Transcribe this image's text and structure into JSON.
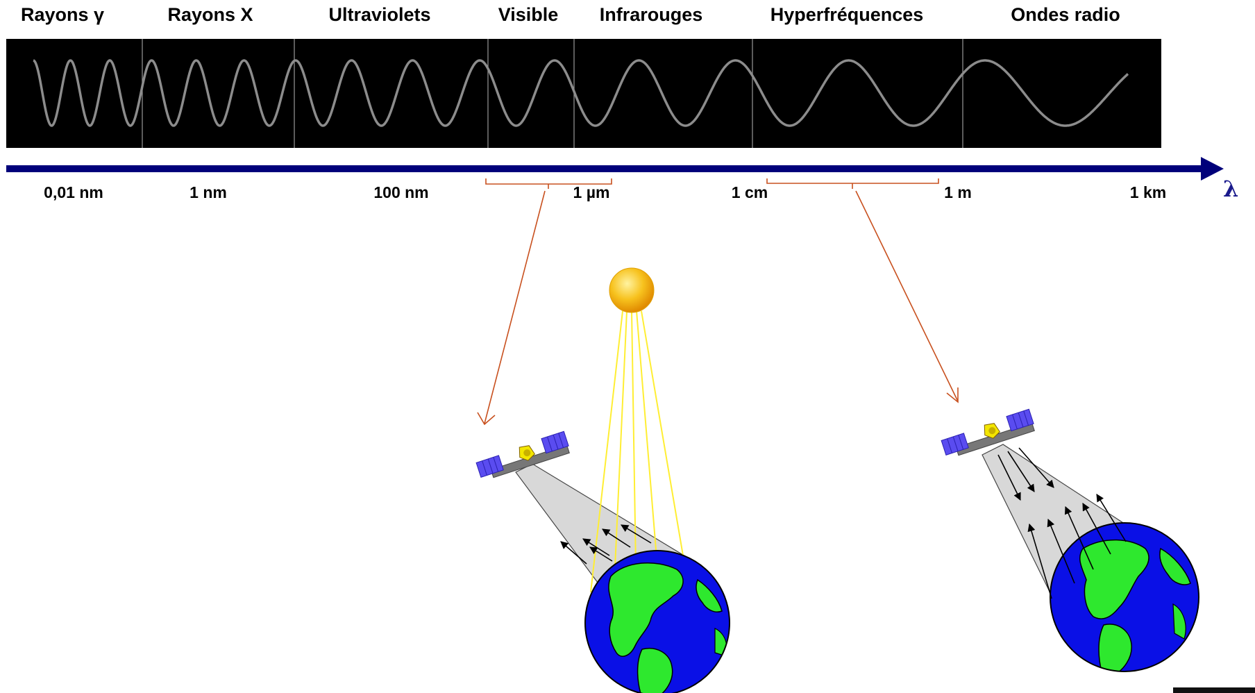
{
  "spectrum": {
    "bands": [
      {
        "label": "Rayons γ"
      },
      {
        "label": "Rayons X"
      },
      {
        "label": "Ultraviolets"
      },
      {
        "label": "Visible"
      },
      {
        "label": "Infrarouges"
      },
      {
        "label": "Hyperfréquences"
      },
      {
        "label": "Ondes radio"
      }
    ],
    "wavelength_ticks": [
      {
        "label": "0,01 nm"
      },
      {
        "label": "1 nm"
      },
      {
        "label": "100 nm"
      },
      {
        "label": "1 µm"
      },
      {
        "label": "1 cm"
      },
      {
        "label": "1 m"
      },
      {
        "label": "1 km"
      }
    ],
    "axis_symbol": "λ"
  },
  "colors": {
    "strip_background": "#000000",
    "wave": "#8c8c8c",
    "axis": "#00007a",
    "bracket": "#c8501e",
    "sun": "#f5a800",
    "sun_rays": "#ffee33",
    "ocean": "#0a10e6",
    "land": "#2ee82e",
    "beam": "#d8d8d8",
    "satellite_panels": "#5a4cf0"
  },
  "scenes": [
    {
      "name": "passive-optical",
      "has_sun": true
    },
    {
      "name": "active-microwave",
      "has_sun": false
    }
  ]
}
